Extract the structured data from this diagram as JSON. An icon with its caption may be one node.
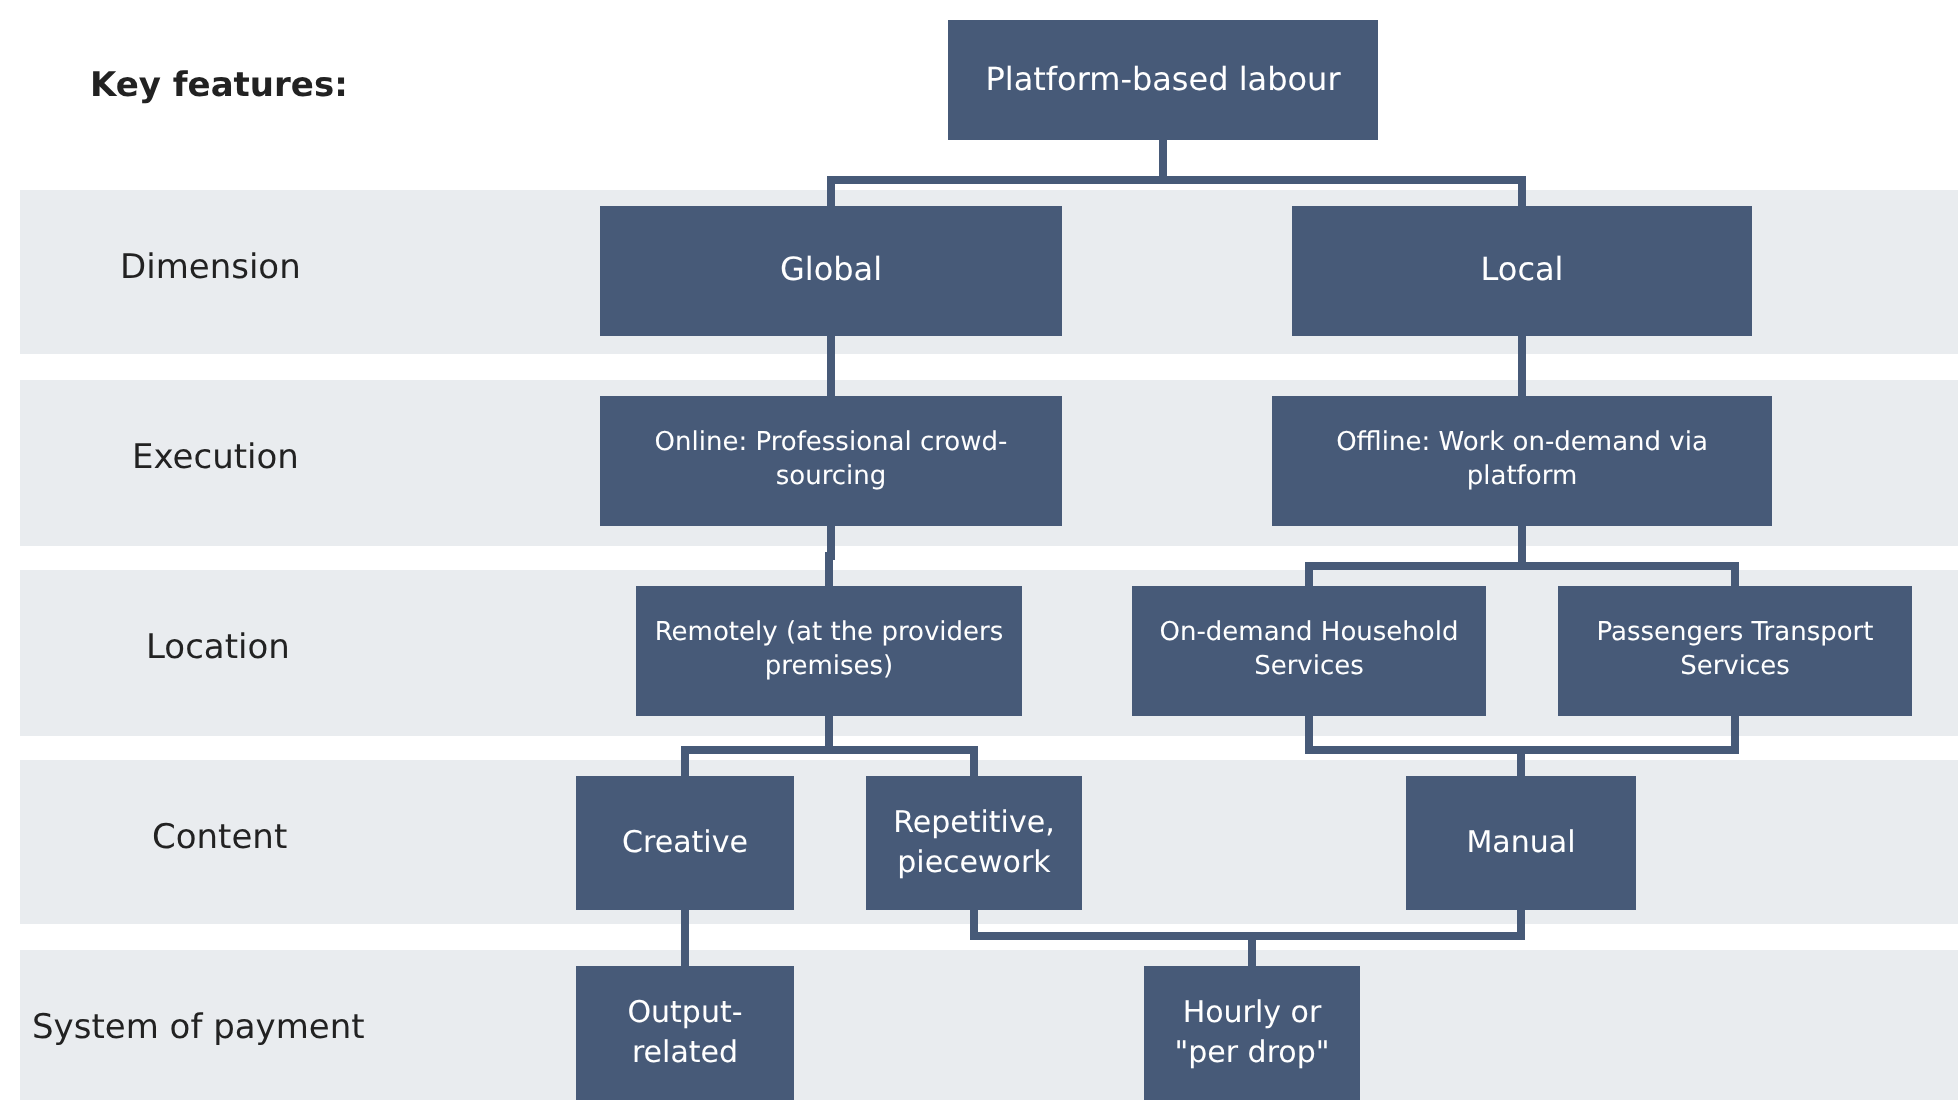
{
  "diagram": {
    "nodes": [
      {
        "text": [
          "Platform-based labour"
        ]
      },
      {
        "text": [
          "Global"
        ]
      },
      {
        "text": [
          "Local"
        ]
      },
      {
        "text": [
          "Online: Professional crowd-sourcing"
        ]
      },
      {
        "text": [
          "Offline: Work on-demand via platform"
        ]
      },
      {
        "text": [
          "Remotely (at the providers premises)"
        ]
      },
      {
        "text": [
          "On-demand Household Services"
        ]
      },
      {
        "text": [
          "Passengers Transport Services"
        ]
      },
      {
        "text": [
          "Creative"
        ]
      },
      {
        "text": [
          "Repetitive, piecework"
        ]
      },
      {
        "text": [
          "Manual"
        ]
      },
      {
        "text": [
          "Output-related"
        ]
      },
      {
        "text": [
          "Hourly or \"per drop\""
        ]
      }
    ],
    "edges": [
      {
        "from": 0,
        "to": 1,
        "arrow": "none"
      },
      {
        "from": 0,
        "to": 2,
        "arrow": "none"
      },
      {
        "from": 1,
        "to": 3,
        "arrow": "none"
      },
      {
        "from": 2,
        "to": 4,
        "arrow": "none"
      },
      {
        "from": 3,
        "to": 5,
        "arrow": "none"
      },
      {
        "from": 4,
        "to": 6,
        "arrow": "none"
      },
      {
        "from": 4,
        "to": 7,
        "arrow": "none"
      },
      {
        "from": 5,
        "to": 8,
        "arrow": "none"
      },
      {
        "from": 5,
        "to": 9,
        "arrow": "none"
      },
      {
        "from": 6,
        "to": 10,
        "arrow": "none"
      },
      {
        "from": 7,
        "to": 10,
        "arrow": "none"
      },
      {
        "from": 8,
        "to": 11,
        "arrow": "none"
      },
      {
        "from": 9,
        "to": 12,
        "arrow": "none"
      },
      {
        "from": 10,
        "to": 12,
        "arrow": "none"
      }
    ],
    "labels": [
      "Key features:",
      "Dimension",
      "Execution",
      "Location",
      "Content",
      "System of payment"
    ]
  }
}
